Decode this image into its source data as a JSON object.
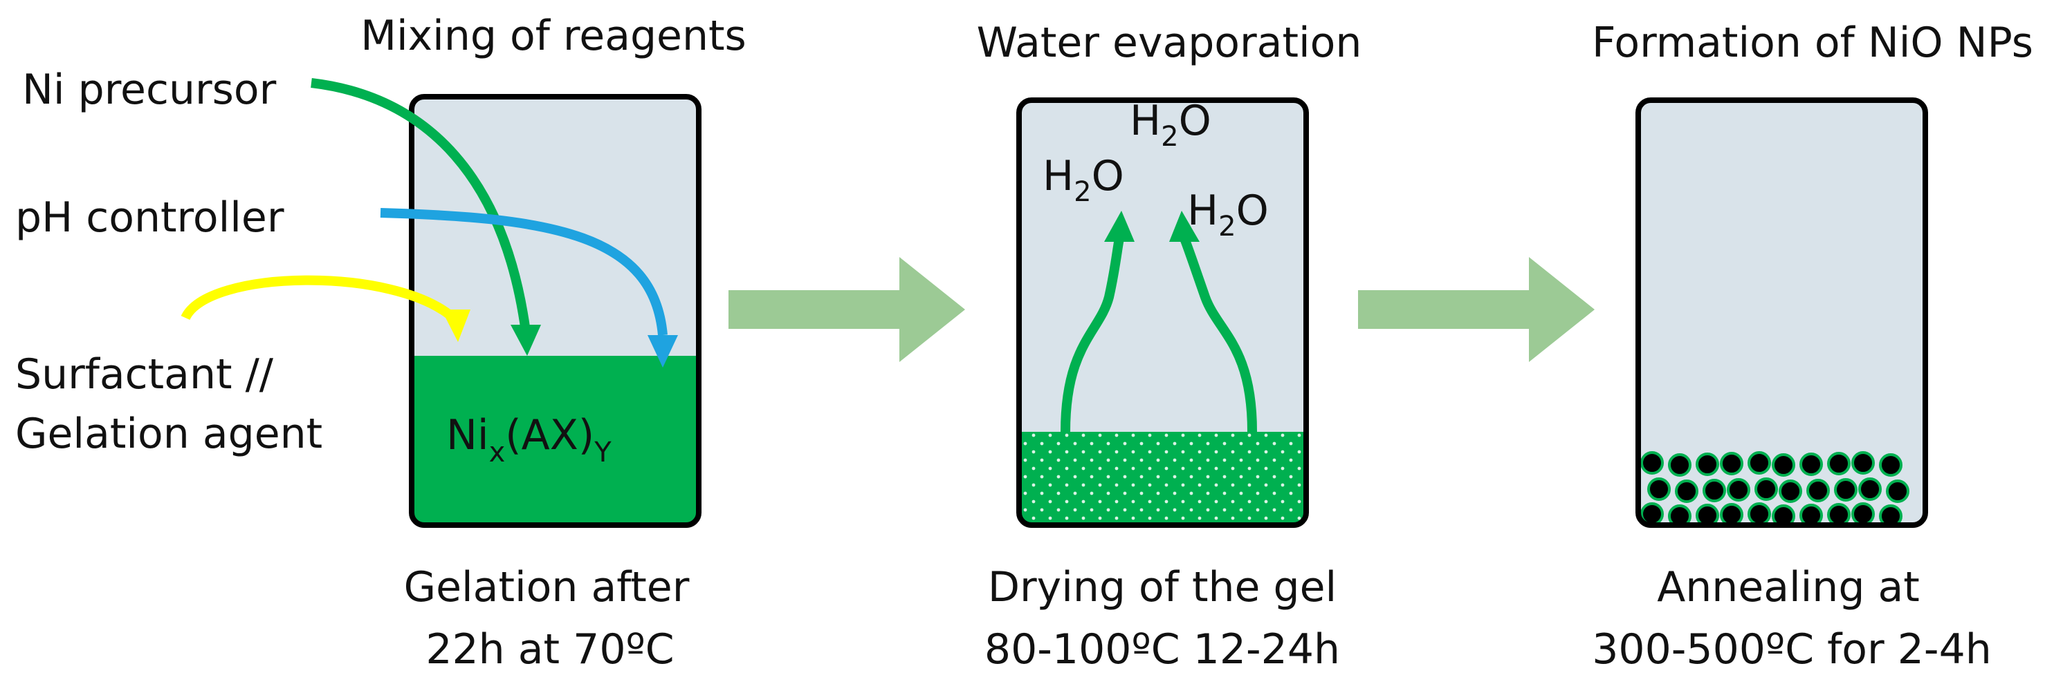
{
  "stage1": {
    "title": "Mixing of reagents",
    "inputs": {
      "ni_precursor": "Ni precursor",
      "ph_controller": "pH controller",
      "surfactant_line1": "Surfactant //",
      "surfactant_line2": "Gelation agent"
    },
    "formula": {
      "base": "Ni",
      "sub_x": "x",
      "middle": "(AX)",
      "sub_y": "Y"
    },
    "caption_line1": "Gelation after",
    "caption_line2": "22h at 70ºC"
  },
  "stage2": {
    "title": "Water evaporation",
    "vapor": {
      "base": "H",
      "sub": "2",
      "tail": "O"
    },
    "caption_line1": "Drying of the gel",
    "caption_line2": "80-100ºC 12-24h"
  },
  "stage3": {
    "title": "Formation of NiO NPs",
    "caption_line1": "Annealing at",
    "caption_line2": "300-500ºC for 2-4h"
  },
  "colors": {
    "container_fill": "#d9e3ea",
    "gel_green": "#00b050",
    "arrow_green": "#00b050",
    "arrow_blue": "#1fa3e0",
    "arrow_yellow": "#ffff00",
    "process_arrow": "#9cca95",
    "nanoparticle": "#000000"
  }
}
